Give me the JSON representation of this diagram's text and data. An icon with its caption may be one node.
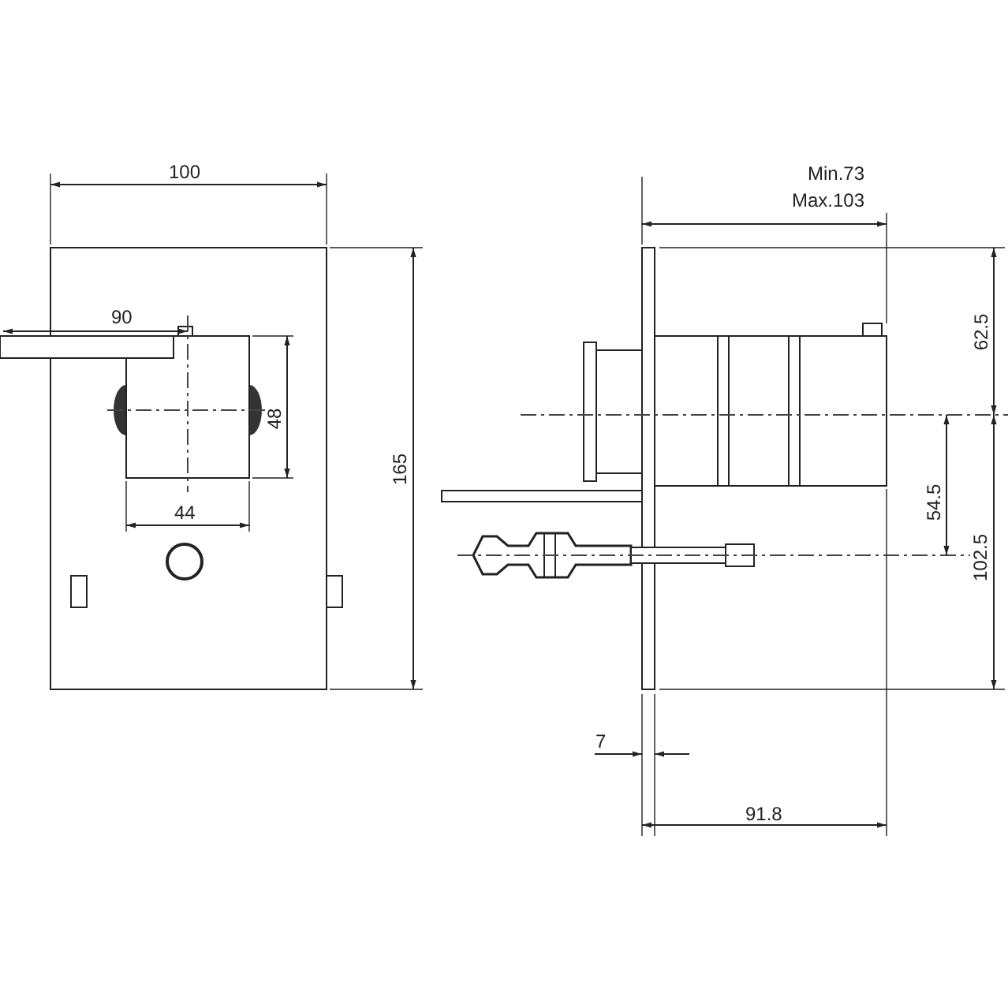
{
  "diagram": {
    "labels": [
      "100",
      "Min.73",
      "Max.103",
      "90",
      "62.5",
      "48",
      "165",
      "54.5",
      "44",
      "102.5",
      "7",
      "91.8"
    ]
  }
}
